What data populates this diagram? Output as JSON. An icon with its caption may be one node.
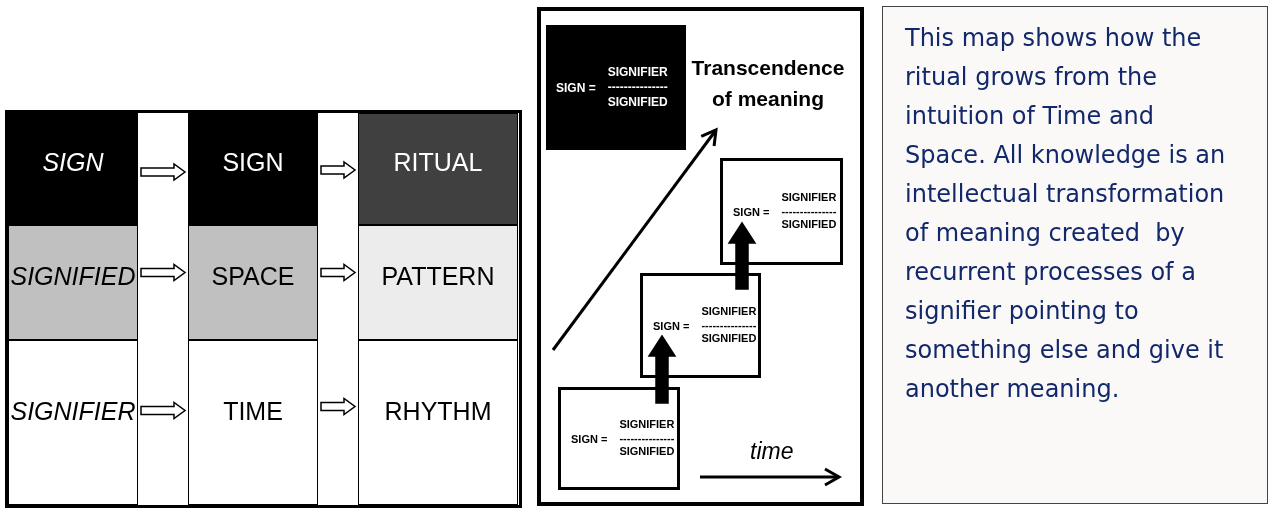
{
  "diagram": {
    "nodes": [
      {
        "text": [
          "SIGN"
        ]
      },
      {
        "text": [
          "SIGNIFIED"
        ]
      },
      {
        "text": [
          "SIGNIFIER"
        ]
      },
      {
        "text": [
          "SIGN"
        ]
      },
      {
        "text": [
          "SPACE"
        ]
      },
      {
        "text": [
          "TIME"
        ]
      },
      {
        "text": [
          "RITUAL"
        ]
      },
      {
        "text": [
          "PATTERN"
        ]
      },
      {
        "text": [
          "RHYTHM"
        ]
      },
      {
        "text": [
          "SIGN =",
          "SIGNIFIER",
          "---------------",
          "SIGNIFIED"
        ]
      },
      {
        "text": [
          "Transcendence of meaning"
        ]
      },
      {
        "text": [
          "SIGN =",
          "SIGNIFIER",
          "---------------",
          "SIGNIFIED"
        ]
      },
      {
        "text": [
          "SIGN =",
          "SIGNIFIER",
          "---------------",
          "SIGNIFIED"
        ]
      },
      {
        "text": [
          "SIGN =",
          "SIGNIFIER",
          "---------------",
          "SIGNIFIED"
        ]
      },
      {
        "text": [
          "This map shows how the ritual grows from the intuition of Time and Space. All knowledge is an intellectual transformation of meaning created  by recurrent processes of a signifier pointing to something else and give it another meaning."
        ]
      }
    ],
    "edges": [
      {
        "from": 0,
        "to": 3,
        "arrow": "to"
      },
      {
        "from": 1,
        "to": 4,
        "arrow": "to"
      },
      {
        "from": 2,
        "to": 5,
        "arrow": "to"
      },
      {
        "from": 3,
        "to": 6,
        "arrow": "to"
      },
      {
        "from": 4,
        "to": 7,
        "arrow": "to"
      },
      {
        "from": 5,
        "to": 8,
        "arrow": "to"
      },
      {
        "from": 13,
        "to": 12,
        "arrow": "to"
      },
      {
        "from": 12,
        "to": 11,
        "arrow": "to"
      },
      {
        "from": null,
        "to": 10,
        "arrow": "to"
      }
    ],
    "labels": [
      "time"
    ]
  }
}
